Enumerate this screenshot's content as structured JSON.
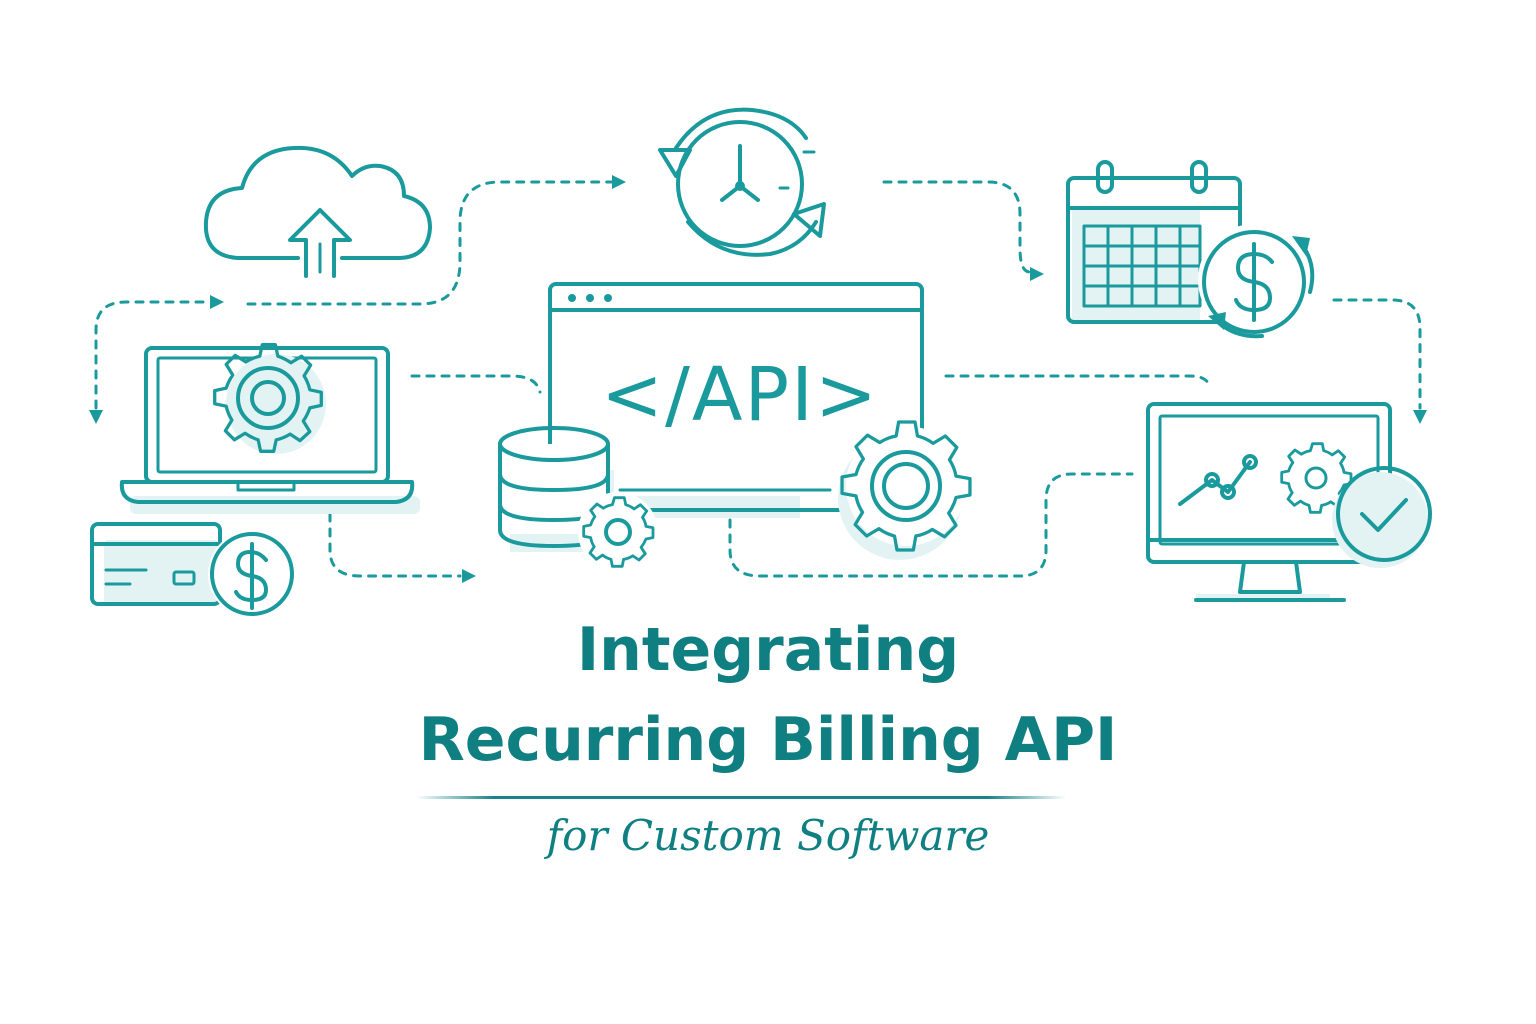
{
  "colors": {
    "teal": "#1a9a9c",
    "teal_dark": "#0f7f82",
    "shade": "#e3f3f3"
  },
  "center": {
    "code_label": "</API>"
  },
  "icons": [
    "cloud-upload-icon",
    "clock-refresh-icon",
    "calendar-billing-icon",
    "laptop-gear-icon",
    "credit-card-dollar-icon",
    "api-window-icon",
    "database-icon",
    "gear-icon",
    "monitor-analytics-check-icon"
  ],
  "title": {
    "line1": "Integrating",
    "line2": "Recurring Billing API",
    "subtitle": "for Custom Software"
  }
}
